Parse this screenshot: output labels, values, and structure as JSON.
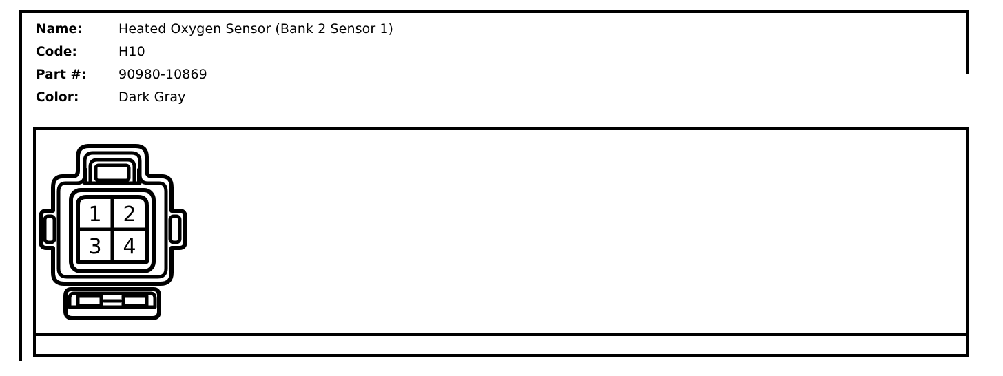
{
  "spec": {
    "rows": [
      {
        "label": "Name:",
        "value": "Heated Oxygen Sensor (Bank 2 Sensor 1)"
      },
      {
        "label": "Code:",
        "value": "H10"
      },
      {
        "label": "Part #:",
        "value": "90980-10869"
      },
      {
        "label": "Color:",
        "value": "Dark Gray"
      }
    ]
  },
  "diagram": {
    "caption": "",
    "connector": {
      "type": "4-pin-sealed-connector",
      "pin_count": 4,
      "pin_layout": "2x2",
      "pins": [
        {
          "number": "1",
          "row": 0,
          "col": 0
        },
        {
          "number": "2",
          "row": 0,
          "col": 1
        },
        {
          "number": "3",
          "row": 1,
          "col": 0
        },
        {
          "number": "4",
          "row": 1,
          "col": 1
        }
      ]
    }
  },
  "colors": {
    "line": "#000000",
    "background": "#ffffff"
  }
}
